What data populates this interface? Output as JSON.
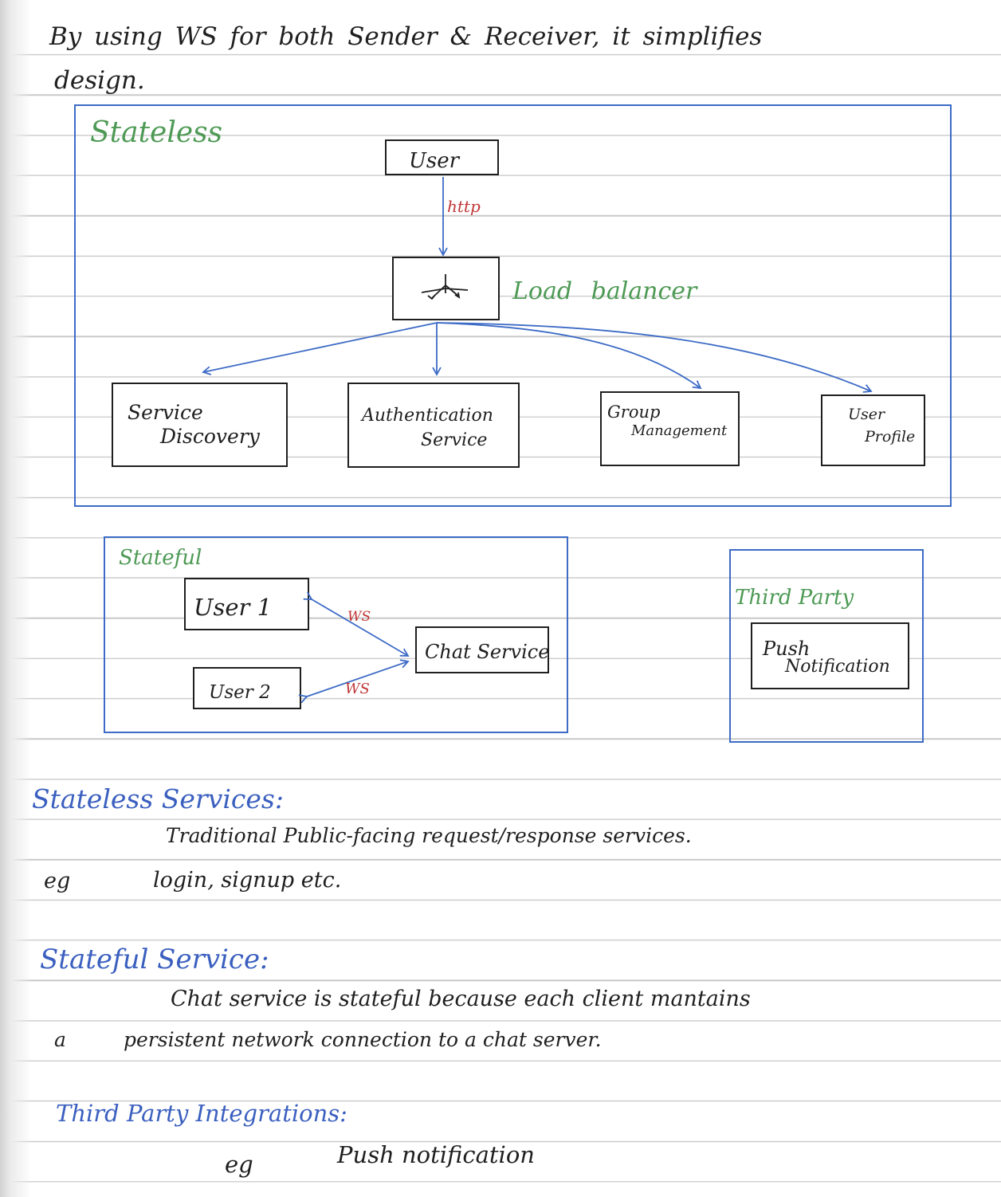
{
  "intro": {
    "line1": "By   using   WS   for   both   Sender   &  Receiver, it simplifies",
    "line2": "design."
  },
  "stateless_box": {
    "title": "Stateless",
    "user_node": "User",
    "http_label": "http",
    "lb_icon": "load-balancer-icon",
    "lb_label": "Load balancer",
    "services": [
      {
        "line1": "Service",
        "line2": "Discovery"
      },
      {
        "line1": "Authentication",
        "line2": "Service"
      },
      {
        "line1": "Group",
        "line2": "Management"
      },
      {
        "line1": "User",
        "line2": "Profile"
      }
    ]
  },
  "stateful_box": {
    "title": "Stateful",
    "user1": "User 1",
    "user2": "User 2",
    "ws1": "WS",
    "ws2": "WS",
    "chat": "Chat Service"
  },
  "third_party_box": {
    "title": "Third Party",
    "push_line1": "Push",
    "push_line2": "Notification"
  },
  "notes": {
    "stateless_heading": "Stateless Services:",
    "stateless_desc": "Traditional    Public-facing    request/response    services.",
    "stateless_eg_label": "eg",
    "stateless_eg": "login, signup   etc.",
    "stateful_heading": "Stateful Service:",
    "stateful_line1": "Chat  service   is  stateful  because    each  client  mantains",
    "stateful_line2_a": "a",
    "stateful_line2": "persistent   network   connection   to   a   chat   server.",
    "third_heading": "Third Party Integrations:",
    "third_eg_label": "eg",
    "third_eg": "Push   notification"
  },
  "colors": {
    "box_border": "#3d6bc6",
    "arrow": "#3d6bc6",
    "label_green": "#4e9a55",
    "label_red": "#c03535",
    "heading_blue": "#3a5fbf",
    "ink": "#1f1f1f"
  }
}
